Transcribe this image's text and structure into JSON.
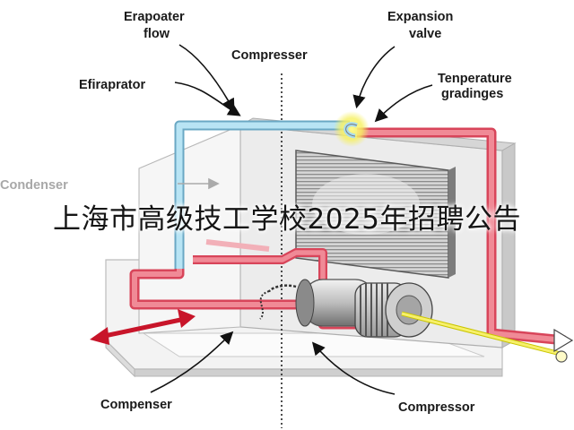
{
  "labels": {
    "evaporator_flow": [
      "Erapoater",
      "flow"
    ],
    "expansion_valve": [
      "Expansion",
      "valve"
    ],
    "compresser_top": "Compresser",
    "efiraprator": "Efiraprator",
    "temperature_gradings": [
      "Tenperature",
      "gradinges"
    ],
    "condenser": "Condenser",
    "compenser": "Compenser",
    "compressor": "Compressor"
  },
  "banner": {
    "text": "上海市高级技工学校2025年招聘公告"
  },
  "colors": {
    "hot_line": "#e86a78",
    "cold_line": "#a9dcee",
    "valve_glow": "#f4ee4a",
    "shaft": "#f0f07a",
    "arrow_red": "#c8152a"
  }
}
